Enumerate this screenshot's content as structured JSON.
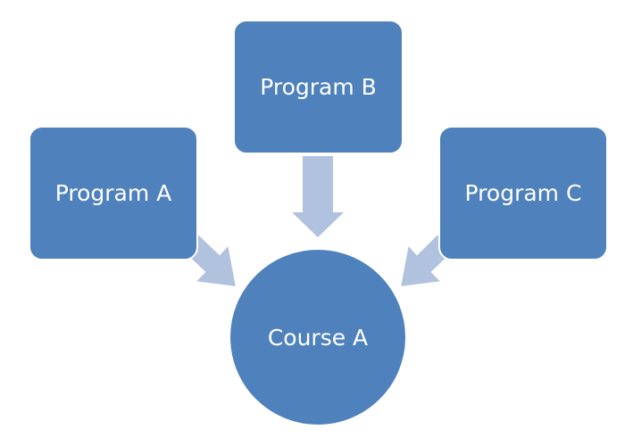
{
  "diagram": {
    "type": "converging-radial",
    "colors": {
      "node_fill": "#4F81BD",
      "arrow_fill": "#B0C2DE",
      "text": "#FFFFFF",
      "outline": "#FFFFFF"
    },
    "center_node": {
      "label": "Course A",
      "shape": "circle"
    },
    "source_nodes": [
      {
        "id": "a",
        "label": "Program A",
        "shape": "rounded-rectangle"
      },
      {
        "id": "b",
        "label": "Program B",
        "shape": "rounded-rectangle"
      },
      {
        "id": "c",
        "label": "Program C",
        "shape": "rounded-rectangle"
      }
    ],
    "edges": [
      {
        "from": "Program A",
        "to": "Course A"
      },
      {
        "from": "Program B",
        "to": "Course A"
      },
      {
        "from": "Program C",
        "to": "Course A"
      }
    ]
  }
}
